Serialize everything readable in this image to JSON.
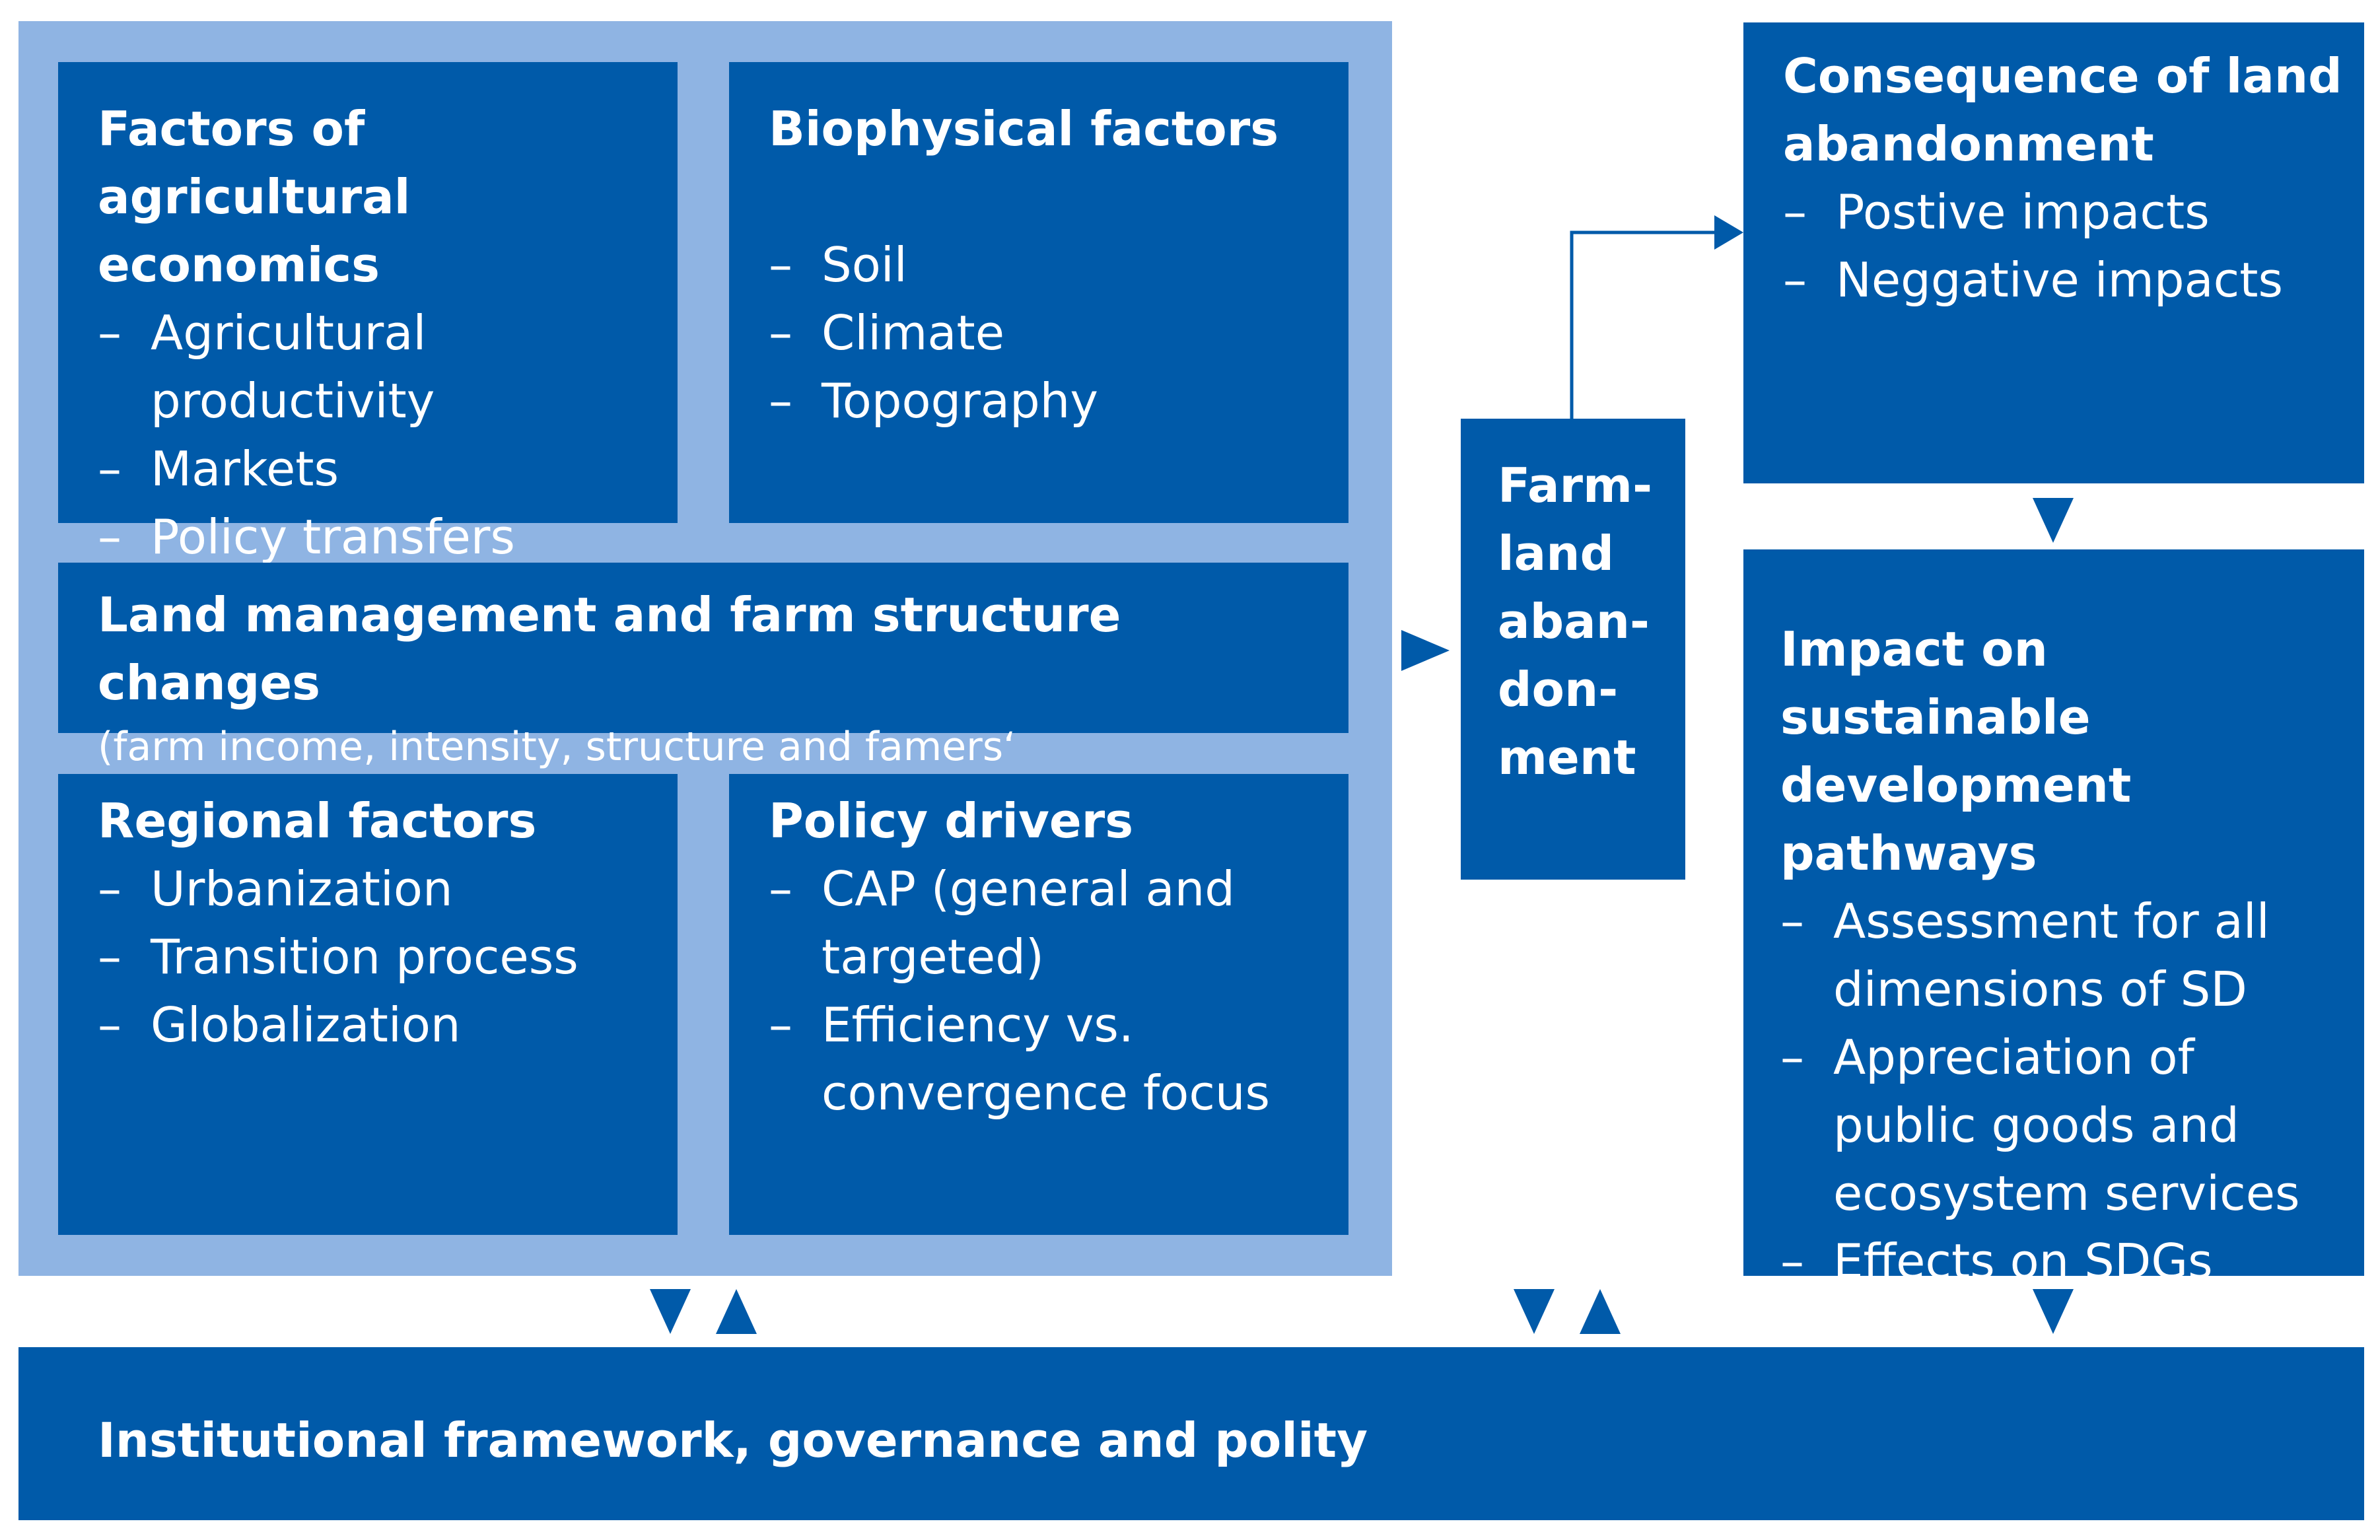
{
  "agri_econ": {
    "title": "Factors of agricultural economics",
    "items": [
      "Agricultural productivity",
      "Markets",
      "Policy transfers"
    ]
  },
  "biophysical": {
    "title": "Biophysical factors",
    "items": [
      "Soil",
      "Climate",
      "Topography"
    ]
  },
  "land_mgmt": {
    "title": "Land management and farm structure changes",
    "subtitle": "(farm income, intensity, structure and famers‘ characteristics)"
  },
  "regional": {
    "title": "Regional factors",
    "items": [
      "Urbanization",
      "Transition process",
      "Globalization"
    ]
  },
  "policy": {
    "title": "Policy drivers",
    "items": [
      "CAP (general and targeted)",
      "Efficiency vs. convergence focus"
    ]
  },
  "farmland": {
    "lines": [
      "Farm-",
      "land",
      "aban-",
      "don-",
      "ment"
    ]
  },
  "consequence": {
    "title": "Consequence of land abandonment",
    "items": [
      "Postive impacts",
      "Neggative impacts"
    ]
  },
  "impact": {
    "title": "Impact on sustainable development pathways",
    "items": [
      "Assessment for all dimensions of SD",
      "Appreciation of public goods and ecosystem services",
      "Effects on SDGs"
    ]
  },
  "institutional": {
    "title": "Institutional framework, governance and polity"
  },
  "colors": {
    "box": "#005aa9",
    "outer": "#8fb4e3",
    "text": "#ffffff"
  }
}
